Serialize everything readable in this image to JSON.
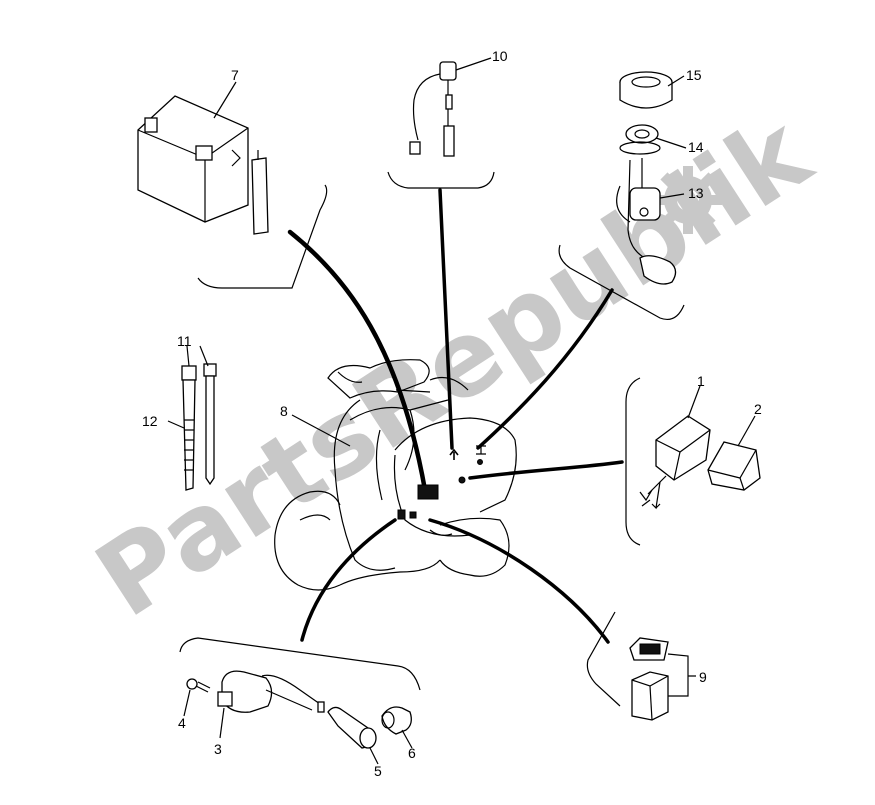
{
  "diagram": {
    "watermark": "PartsRepublik",
    "watermark_color": "#c8c8c8",
    "line_color": "#000000",
    "background": "#ffffff",
    "callouts": [
      "1",
      "2",
      "3",
      "4",
      "5",
      "6",
      "7",
      "8",
      "9",
      "10",
      "11",
      "12",
      "13",
      "14",
      "15"
    ]
  }
}
